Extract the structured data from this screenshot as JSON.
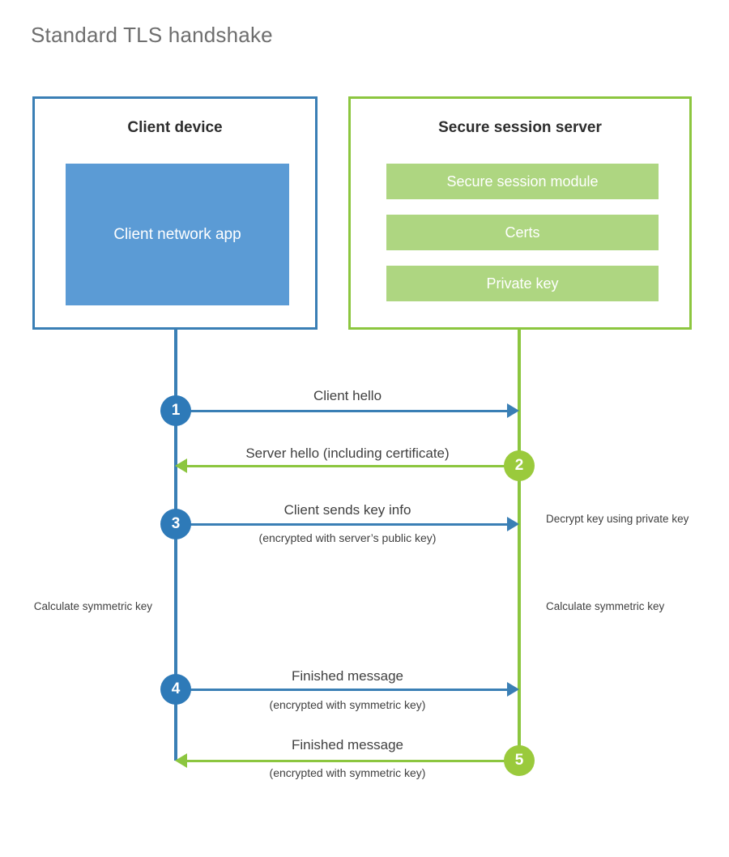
{
  "title": "Standard TLS handshake",
  "colors": {
    "client_border": "#3a7fb5",
    "client_fill": "#5b9bd5",
    "client_circle": "#2e7ab8",
    "server_border": "#8cc63f",
    "server_fill": "#aed681",
    "server_circle": "#9aca3c",
    "text": "#404040",
    "title_text": "#6e6e6e",
    "background": "#ffffff"
  },
  "client": {
    "title": "Client device",
    "app_label": "Client network app"
  },
  "server": {
    "title": "Secure session server",
    "modules": [
      {
        "label": "Secure session module"
      },
      {
        "label": "Certs"
      },
      {
        "label": "Private key"
      }
    ]
  },
  "steps": [
    {
      "number": "1",
      "label": "Client hello",
      "sublabel": "",
      "direction": "client-to-server",
      "color": "blue"
    },
    {
      "number": "2",
      "label": "Server hello (including certificate)",
      "sublabel": "",
      "direction": "server-to-client",
      "color": "green"
    },
    {
      "number": "3",
      "label": "Client sends key info",
      "sublabel": "(encrypted with server’s public key)",
      "direction": "client-to-server",
      "color": "blue"
    },
    {
      "number": "4",
      "label": "Finished message",
      "sublabel": "(encrypted with symmetric key)",
      "direction": "client-to-server",
      "color": "blue"
    },
    {
      "number": "5",
      "label": "Finished message",
      "sublabel": "(encrypted with symmetric key)",
      "direction": "server-to-client",
      "color": "green"
    }
  ],
  "notes": {
    "server_decrypt": "Decrypt key using private key",
    "client_calculate": "Calculate symmetric key",
    "server_calculate": "Calculate symmetric key"
  }
}
